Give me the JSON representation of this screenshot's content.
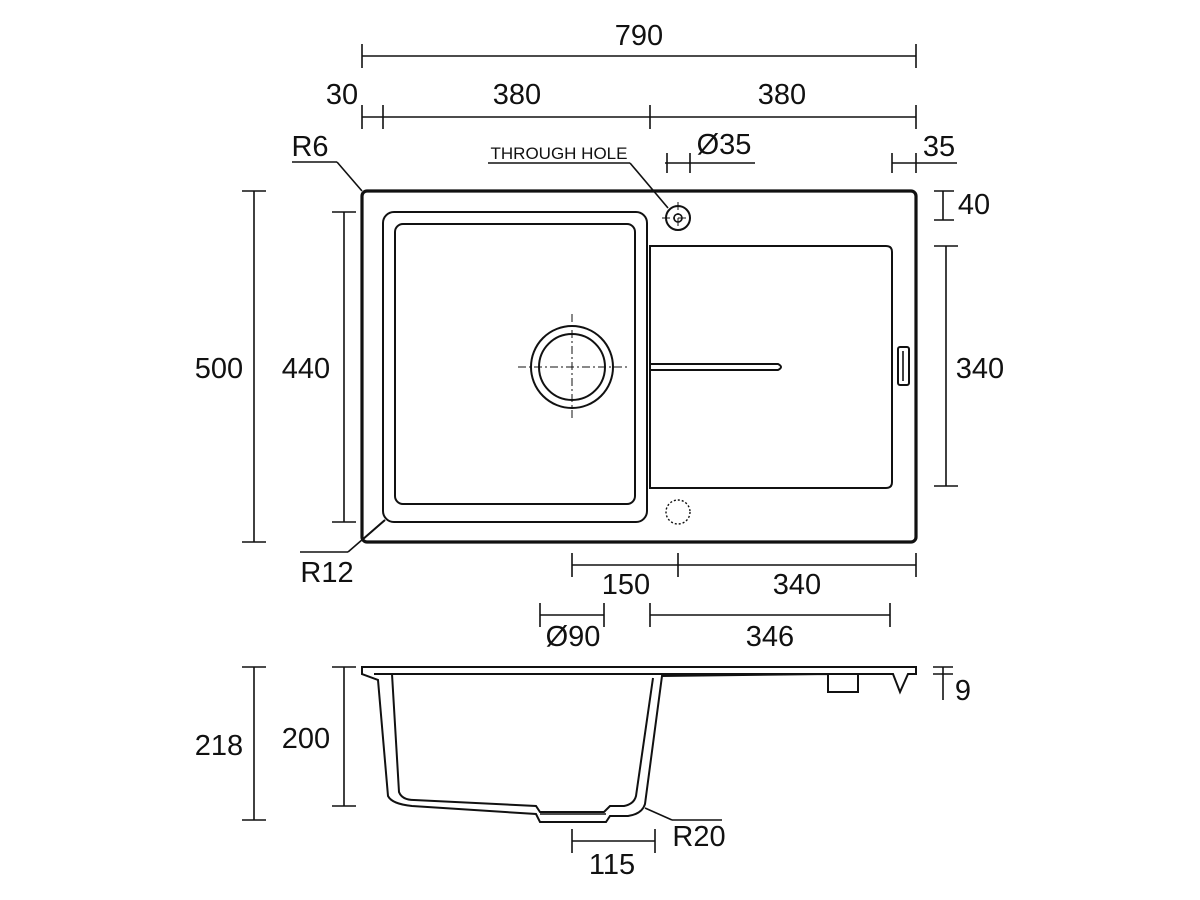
{
  "plan_view": {
    "overall_width": "790",
    "offset_left": "30",
    "bowl_section_width": "380",
    "drainer_section_width": "380",
    "corner_radius_outer": "R6",
    "through_hole_note": "THROUGH HOLE",
    "through_hole_diameter": "Ø35",
    "through_hole_edge_offset": "35",
    "through_hole_top_offset": "40",
    "overall_depth": "500",
    "bowl_depth": "440",
    "drainer_depth": "340",
    "corner_radius_bowl": "R12",
    "waste_offset": "150",
    "waste_to_edge": "340",
    "waste_diameter": "Ø90",
    "drainer_length": "346"
  },
  "section_view": {
    "overall_height": "218",
    "bowl_height": "200",
    "rim_thickness": "9",
    "base_radius": "R20",
    "waste_flat_width": "115"
  }
}
